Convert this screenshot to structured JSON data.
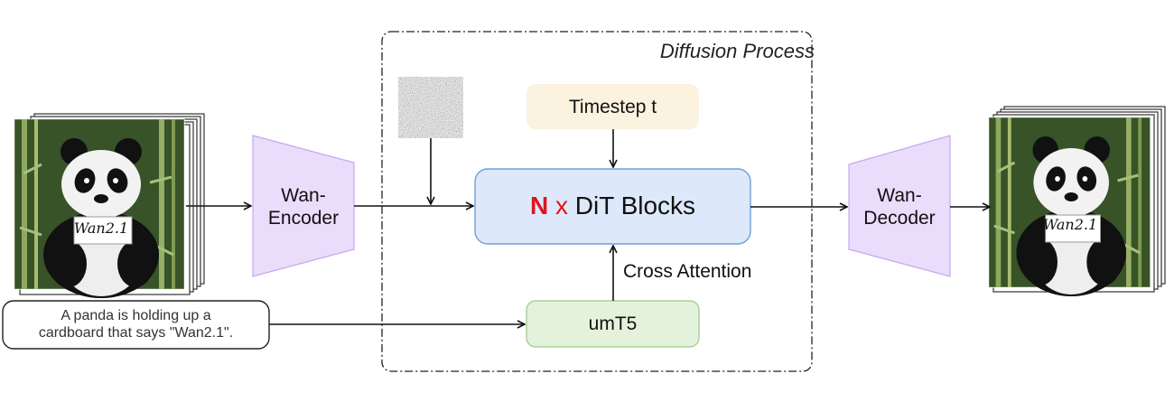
{
  "diffusion_title": "Diffusion Process",
  "timestep_label": "Timestep t",
  "dit": {
    "n": "N",
    "x": "x",
    "label": "DiT Blocks"
  },
  "encoder_label_1": "Wan-",
  "encoder_label_2": "Encoder",
  "decoder_label_1": "Wan-",
  "decoder_label_2": "Decoder",
  "cross_attention_label": "Cross Attention",
  "umt5_label": "umT5",
  "prompt_line_1": "A panda is holding up a",
  "prompt_line_2": "cardboard that says \"Wan2.1\".",
  "sign_text": "Wan2.1",
  "colors": {
    "encoder_fill": "#eadcfb",
    "encoder_stroke": "#c7a6ef",
    "timestep_fill": "#fcf2e0",
    "dit_fill": "#dde9fa",
    "dit_stroke": "#6e9fd9",
    "umt5_fill": "#e4f2dc",
    "umt5_stroke": "#9dc98a",
    "accent_red": "#e0141e"
  }
}
